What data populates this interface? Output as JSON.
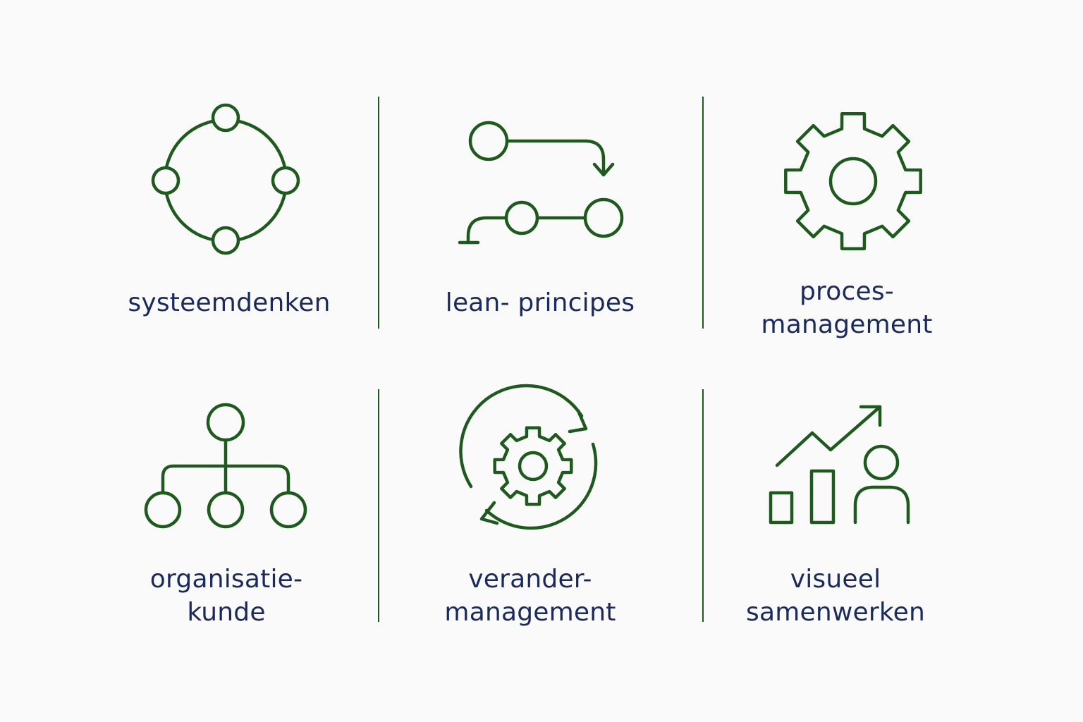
{
  "colors": {
    "icon_stroke": "#1e5a1e",
    "label_text": "#1a2a5c",
    "background": "#fafafa"
  },
  "tiles": [
    {
      "icon": "system-cycle-icon",
      "label_lines": [
        "systeemdenken"
      ]
    },
    {
      "icon": "flow-arrows-icon",
      "label_lines": [
        "lean- principes"
      ]
    },
    {
      "icon": "gear-icon",
      "label_lines": [
        "proces-",
        "management"
      ]
    },
    {
      "icon": "org-chart-icon",
      "label_lines": [
        "organisatie-",
        "kunde"
      ]
    },
    {
      "icon": "gear-cycle-icon",
      "label_lines": [
        "verander-",
        "management"
      ]
    },
    {
      "icon": "growth-chart-person-icon",
      "label_lines": [
        "visueel",
        "samenwerken"
      ]
    }
  ]
}
